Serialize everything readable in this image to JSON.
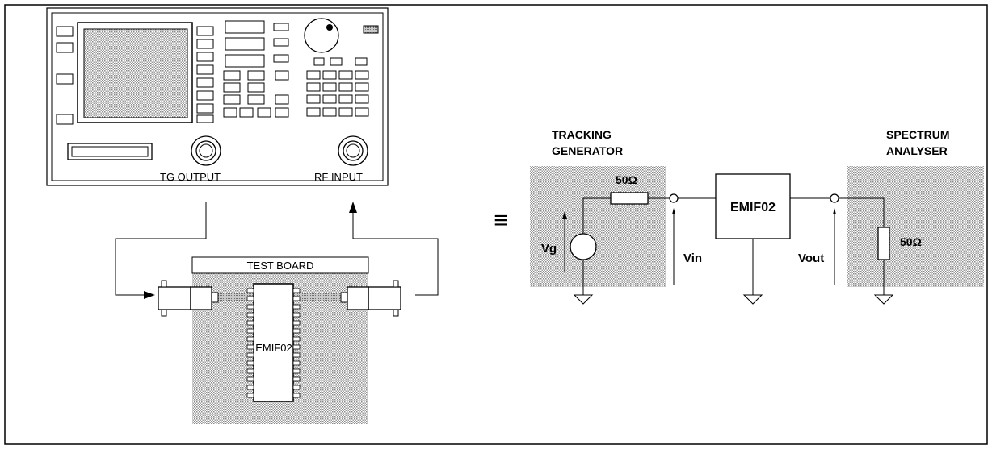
{
  "instrument": {
    "tg_output_label": "TG OUTPUT",
    "rf_input_label": "RF INPUT"
  },
  "test_board": {
    "label": "TEST BOARD",
    "chip_label": "EMIF02"
  },
  "equivalence_symbol": "≡",
  "schematic": {
    "tracking_generator_line1": "TRACKING",
    "tracking_generator_line2": "GENERATOR",
    "spectrum_analyser_line1": "SPECTRUM",
    "spectrum_analyser_line2": "ANALYSER",
    "source_resistor_value": "50Ω",
    "load_resistor_value": "50Ω",
    "source_label": "Vg",
    "vin_label": "Vin",
    "vout_label": "Vout",
    "device_label": "EMIF02"
  }
}
